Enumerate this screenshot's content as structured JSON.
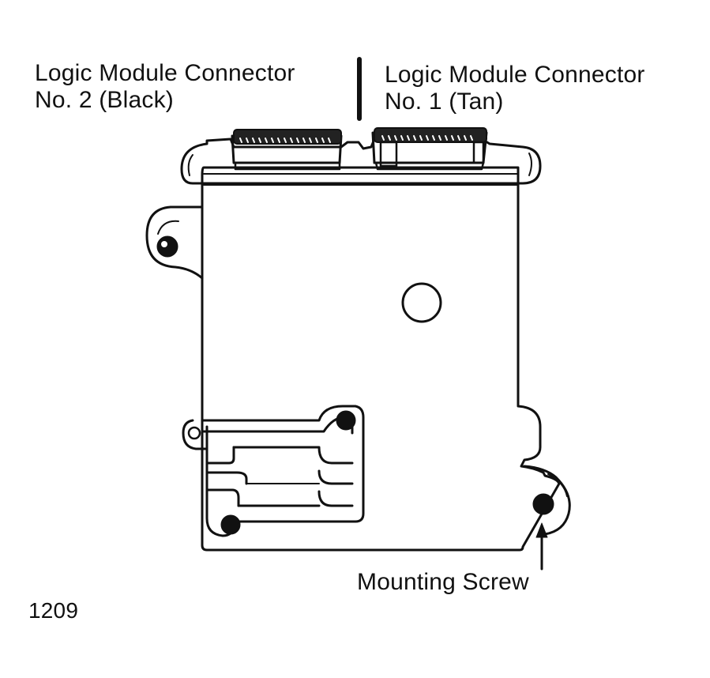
{
  "labels": {
    "connector_2": "Logic Module Connector\nNo. 2 (Black)",
    "connector_1": "Logic Module Connector\nNo. 1 (Tan)",
    "mounting_screw": "Mounting Screw",
    "figure_number": "1209"
  }
}
